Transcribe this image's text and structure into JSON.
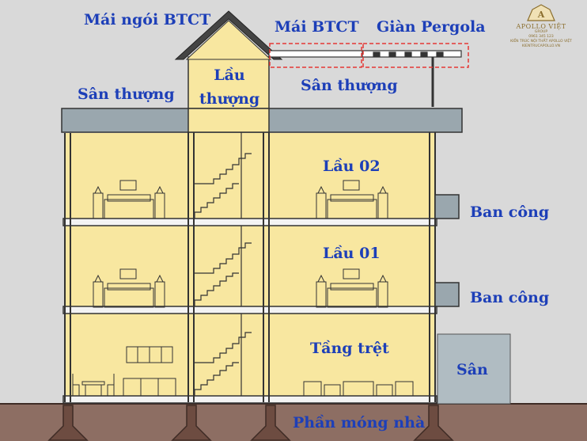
{
  "labels": {
    "roof_tile": "Mái ngói BTCT",
    "roof_concrete": "Mái BTCT",
    "pergola": "Giàn Pergola",
    "terrace_left": "Sân thượng",
    "terrace_right": "Sân thượng",
    "attic_line1": "Lầu",
    "attic_line2": "thượng",
    "floor2": "Lầu 02",
    "floor1": "Lầu 01",
    "ground": "Tầng trệt",
    "balcony_upper": "Ban công",
    "balcony_lower": "Ban công",
    "yard": "Sân",
    "foundation": "Phần móng nhà"
  },
  "logo": {
    "brand": "APOLLO VIỆT",
    "tagline": "GROUP",
    "line1": "0961 345 123",
    "line2": "KIẾN TRÚC NỘI THẤT APOLLO VIỆT",
    "line3": "KIENTRUCAPOLLO.VN"
  },
  "colors": {
    "label_blue": "#1d3fb8",
    "wall_yellow": "#f8e7a0",
    "slab_gray": "#9aa7ae",
    "ground_brown": "#8d6e63",
    "background": "#d9d9d9",
    "highlight_red": "#e53935"
  }
}
